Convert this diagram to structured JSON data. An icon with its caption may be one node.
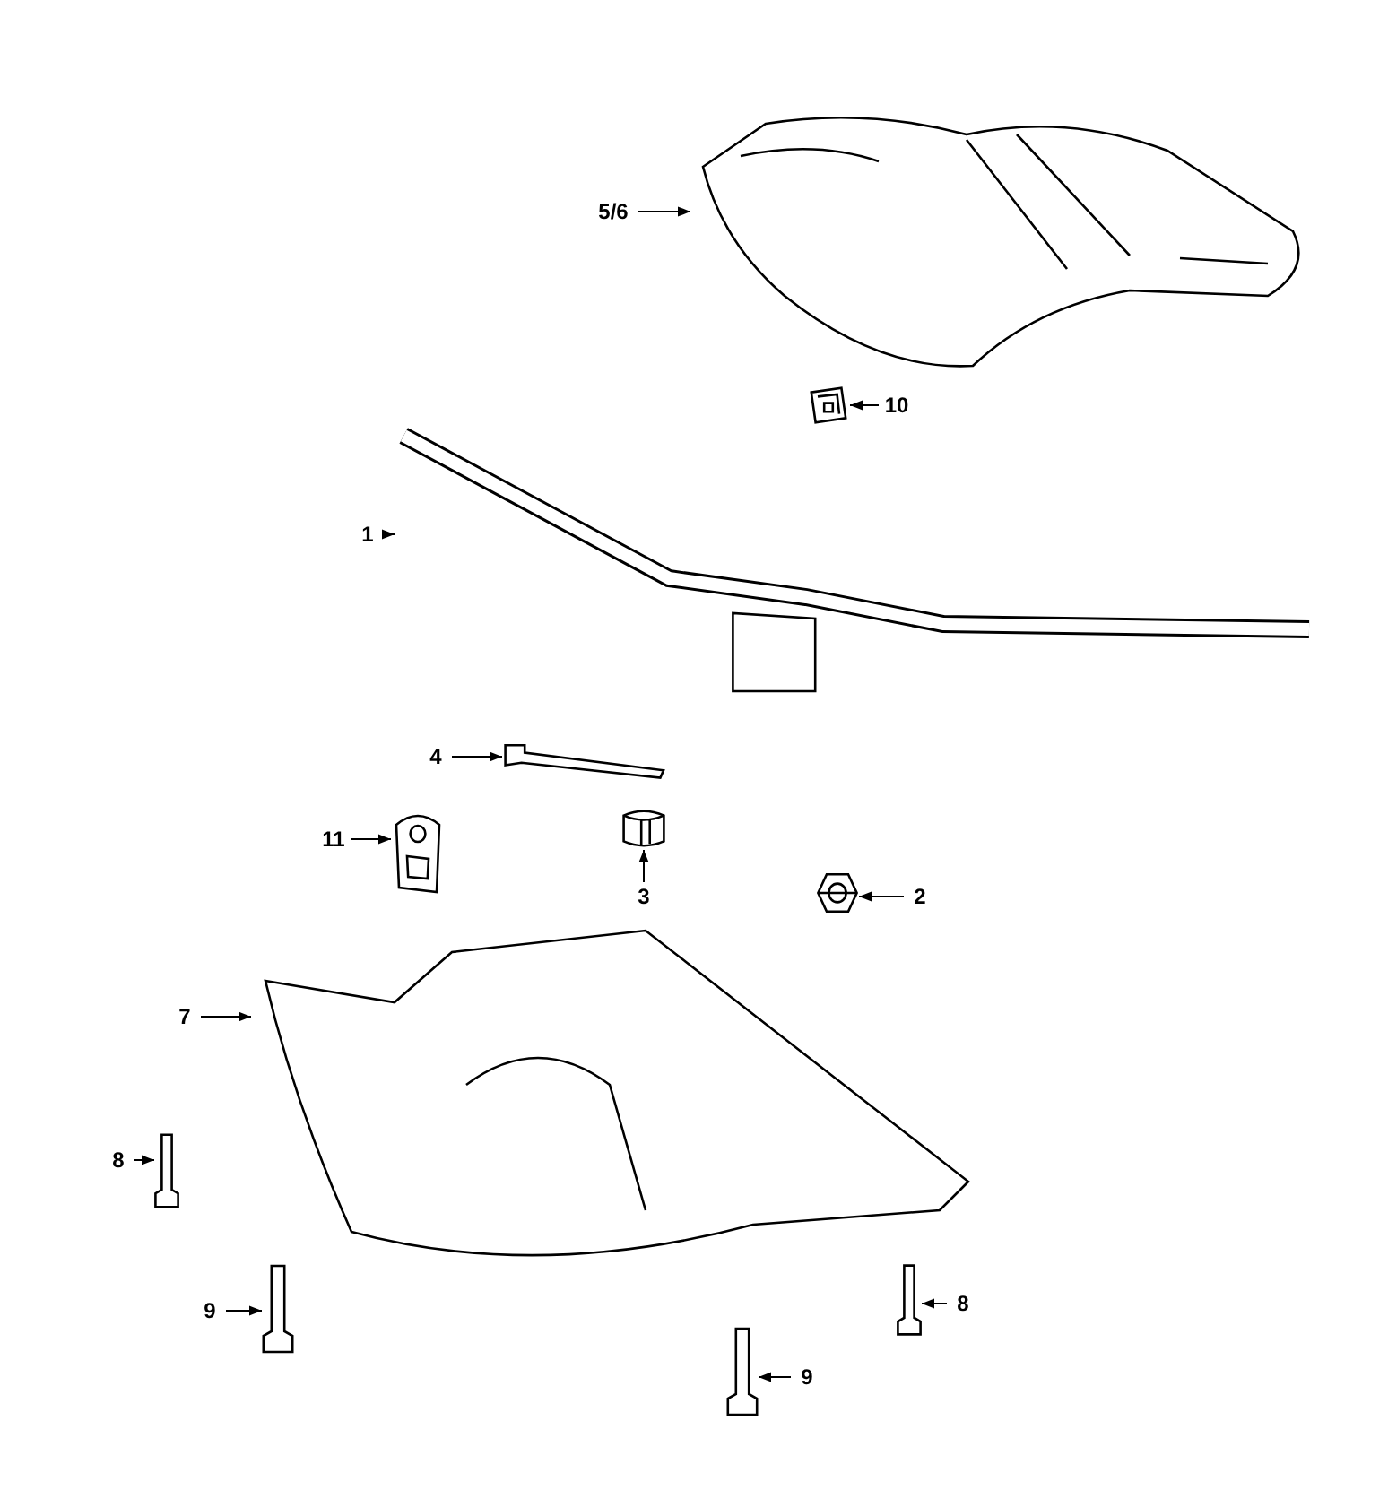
{
  "diagram": {
    "nodes": [
      {
        "text": [
          "5/6"
        ]
      },
      {
        "text": [],
        "shape": "picture"
      },
      {
        "text": [
          "1"
        ]
      },
      {
        "text": [],
        "shape": "picture"
      },
      {
        "text": [
          "10"
        ]
      },
      {
        "text": [],
        "shape": "picture"
      },
      {
        "text": [
          "4"
        ]
      },
      {
        "text": [],
        "shape": "picture"
      },
      {
        "text": [
          "11"
        ]
      },
      {
        "text": [],
        "shape": "picture"
      },
      {
        "text": [
          "3"
        ]
      },
      {
        "text": [],
        "shape": "picture"
      },
      {
        "text": [
          "2"
        ]
      },
      {
        "text": [],
        "shape": "picture"
      },
      {
        "text": [
          "7"
        ]
      },
      {
        "text": [],
        "shape": "picture"
      },
      {
        "text": [
          "8"
        ]
      },
      {
        "text": [],
        "shape": "picture"
      },
      {
        "text": [
          "9"
        ]
      },
      {
        "text": [],
        "shape": "picture"
      },
      {
        "text": [
          "8"
        ]
      },
      {
        "text": [],
        "shape": "picture"
      },
      {
        "text": [
          "9"
        ]
      },
      {
        "text": [],
        "shape": "picture"
      }
    ],
    "edges": [
      {
        "from": 0,
        "to": 1,
        "arrow": "to"
      },
      {
        "from": 2,
        "to": 3,
        "arrow": "to"
      },
      {
        "from": 4,
        "to": 5,
        "arrow": "to"
      },
      {
        "from": 6,
        "to": 7,
        "arrow": "to"
      },
      {
        "from": 8,
        "to": 9,
        "arrow": "to"
      },
      {
        "from": 10,
        "to": 11,
        "arrow": "to"
      },
      {
        "from": 12,
        "to": 13,
        "arrow": "to"
      },
      {
        "from": 14,
        "to": 15,
        "arrow": "to"
      },
      {
        "from": 16,
        "to": 17,
        "arrow": "to"
      },
      {
        "from": 18,
        "to": 19,
        "arrow": "to"
      },
      {
        "from": 20,
        "to": 21,
        "arrow": "to"
      },
      {
        "from": 22,
        "to": 23,
        "arrow": "to"
      }
    ]
  }
}
